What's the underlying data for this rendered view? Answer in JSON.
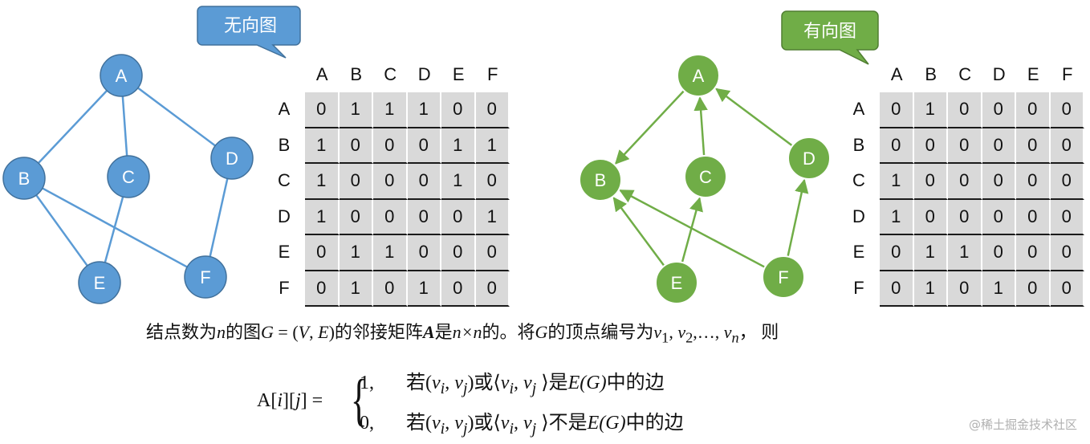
{
  "undirected": {
    "tag": "无向图",
    "color": "#5b9bd5",
    "tag_color": "#5b9bd5",
    "nodes": [
      "A",
      "B",
      "C",
      "D",
      "E",
      "F"
    ],
    "edges": [
      [
        "A",
        "B"
      ],
      [
        "A",
        "C"
      ],
      [
        "A",
        "D"
      ],
      [
        "B",
        "E"
      ],
      [
        "B",
        "F"
      ],
      [
        "C",
        "E"
      ],
      [
        "D",
        "F"
      ]
    ],
    "matrix_cols": [
      "A",
      "B",
      "C",
      "D",
      "E",
      "F"
    ],
    "matrix_rows": [
      "A",
      "B",
      "C",
      "D",
      "E",
      "F"
    ],
    "matrix": [
      [
        0,
        1,
        1,
        1,
        0,
        0
      ],
      [
        1,
        0,
        0,
        0,
        1,
        1
      ],
      [
        1,
        0,
        0,
        0,
        1,
        0
      ],
      [
        1,
        0,
        0,
        0,
        0,
        1
      ],
      [
        0,
        1,
        1,
        0,
        0,
        0
      ],
      [
        0,
        1,
        0,
        1,
        0,
        0
      ]
    ]
  },
  "directed": {
    "tag": "有向图",
    "color": "#70ad47",
    "tag_color": "#70ad47",
    "nodes": [
      "A",
      "B",
      "C",
      "D",
      "E",
      "F"
    ],
    "edges": [
      [
        "A",
        "B"
      ],
      [
        "C",
        "A"
      ],
      [
        "D",
        "A"
      ],
      [
        "E",
        "B"
      ],
      [
        "E",
        "C"
      ],
      [
        "F",
        "B"
      ],
      [
        "F",
        "D"
      ]
    ],
    "matrix_cols": [
      "A",
      "B",
      "C",
      "D",
      "E",
      "F"
    ],
    "matrix_rows": [
      "A",
      "B",
      "C",
      "D",
      "E",
      "F"
    ],
    "matrix": [
      [
        0,
        1,
        0,
        0,
        0,
        0
      ],
      [
        0,
        0,
        0,
        0,
        0,
        0
      ],
      [
        1,
        0,
        0,
        0,
        0,
        0
      ],
      [
        1,
        0,
        0,
        0,
        0,
        0
      ],
      [
        0,
        1,
        1,
        0,
        0,
        0
      ],
      [
        0,
        1,
        0,
        1,
        0,
        0
      ]
    ]
  },
  "definition": {
    "t1": "结点数为",
    "n1": "n",
    "t2": "的图",
    "g": "G",
    "t3": " = (",
    "v": "V",
    "t4": ", ",
    "e": "E",
    "t5": ")的邻接矩阵",
    "a": "A",
    "t6": "是",
    "nxn": "n×n",
    "t7": "的。将",
    "g2": "G",
    "t8": "的顶点编号为",
    "v1": "v",
    "s1": "1",
    "c1": ", ",
    "v2": "v",
    "s2": "2",
    "c2": ",…, ",
    "vn": "v",
    "sn": "n",
    "t9": "， 则"
  },
  "formula": {
    "lhs_a": "A[",
    "lhs_i": "i",
    "lhs_m": "][",
    "lhs_j": "j",
    "lhs_e": "] =",
    "case1_val": "1,",
    "case1_cond_pre": "若(",
    "case1_vi": "v",
    "case1_i": "i",
    "case1_comma": ", ",
    "case1_vj": "v",
    "case1_j": "j",
    "case1_mid": ")或⟨",
    "case1_vi2": "v",
    "case1_i2": "i",
    "case1_comma2": ", ",
    "case1_vj2": "v",
    "case1_j2": "j",
    "case1_post": " ⟩是",
    "case1_eg": "E(G)",
    "case1_tail": "中的边",
    "case2_val": "0,",
    "case2_cond_pre": "若(",
    "case2_vi": "v",
    "case2_i": "i",
    "case2_comma": ", ",
    "case2_vj": "v",
    "case2_j": "j",
    "case2_mid": ")或⟨",
    "case2_vi2": "v",
    "case2_i2": "i",
    "case2_comma2": ", ",
    "case2_vj2": "v",
    "case2_j2": "j",
    "case2_post": " ⟩不是",
    "case2_eg": "E(G)",
    "case2_tail": "中的边"
  },
  "watermark": "@稀土掘金技术社区"
}
